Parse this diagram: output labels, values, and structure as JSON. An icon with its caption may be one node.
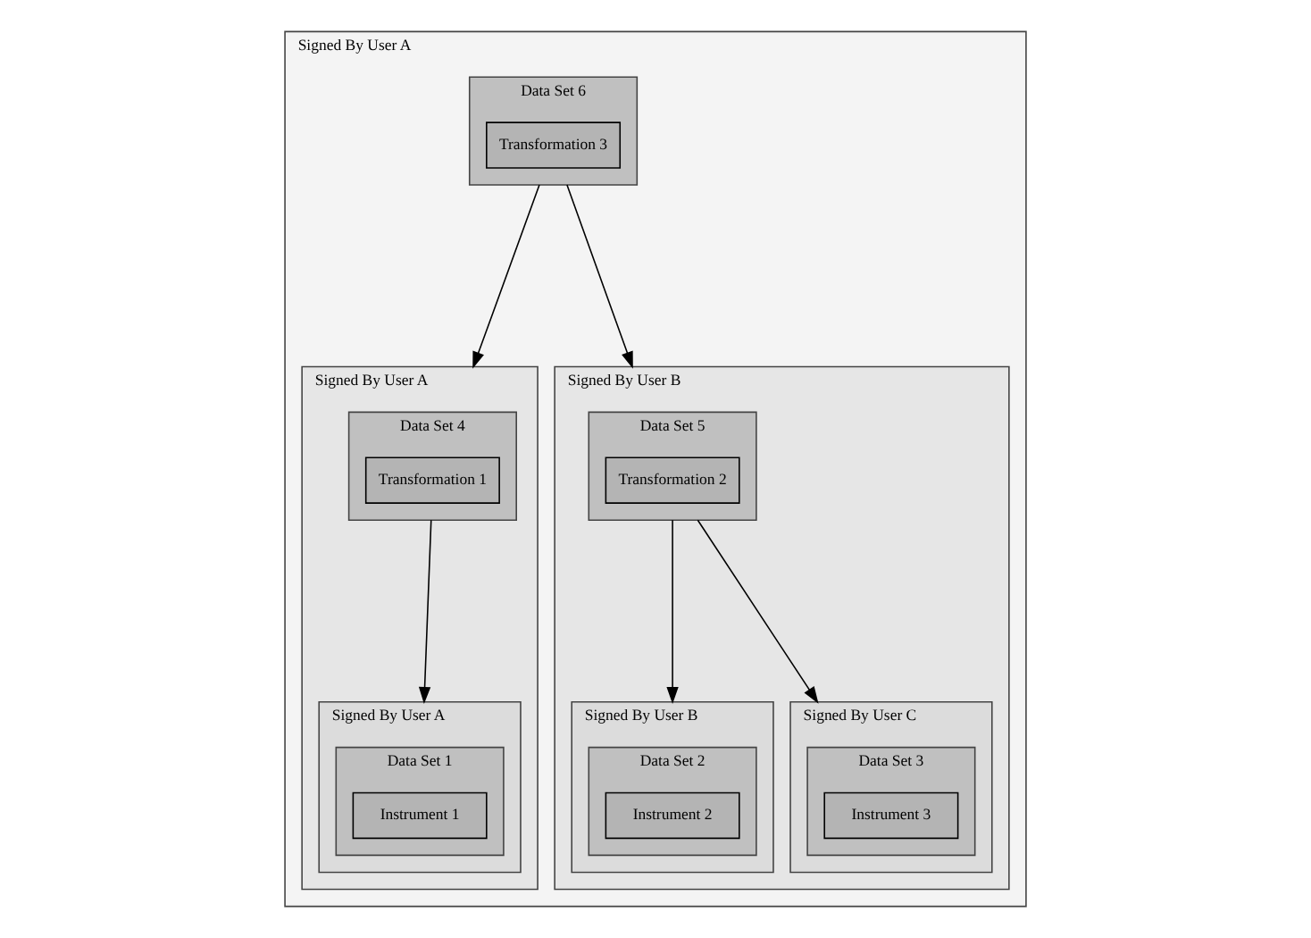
{
  "diagram": {
    "nodes": [
      {
        "text": [
          "Signed By User A"
        ]
      },
      {
        "text": [
          "Data Set 6"
        ],
        "in": 0
      },
      {
        "text": [
          "Transformation 3"
        ],
        "in": 1
      },
      {
        "text": [
          "Signed By User A"
        ],
        "in": 0
      },
      {
        "text": [
          "Data Set 4"
        ],
        "in": 3
      },
      {
        "text": [
          "Transformation 1"
        ],
        "in": 4
      },
      {
        "text": [
          "Signed By User A"
        ],
        "in": 3
      },
      {
        "text": [
          "Data Set 1"
        ],
        "in": 6
      },
      {
        "text": [
          "Instrument 1"
        ],
        "in": 7
      },
      {
        "text": [
          "Signed By User B"
        ],
        "in": 0
      },
      {
        "text": [
          "Data Set 5"
        ],
        "in": 9
      },
      {
        "text": [
          "Transformation 2"
        ],
        "in": 10
      },
      {
        "text": [
          "Signed By User B"
        ],
        "in": 9
      },
      {
        "text": [
          "Data Set 2"
        ],
        "in": 12
      },
      {
        "text": [
          "Instrument 2"
        ],
        "in": 13
      },
      {
        "text": [
          "Signed By User C"
        ],
        "in": 9
      },
      {
        "text": [
          "Data Set 3"
        ],
        "in": 15
      },
      {
        "text": [
          "Instrument 3"
        ],
        "in": 16
      }
    ],
    "edges": [
      {
        "from": 1,
        "to": 3,
        "arrow": "to"
      },
      {
        "from": 1,
        "to": 9,
        "arrow": "to"
      },
      {
        "from": 4,
        "to": 6,
        "arrow": "to"
      },
      {
        "from": 10,
        "to": 12,
        "arrow": "to"
      },
      {
        "from": 10,
        "to": 15,
        "arrow": "to"
      }
    ]
  }
}
